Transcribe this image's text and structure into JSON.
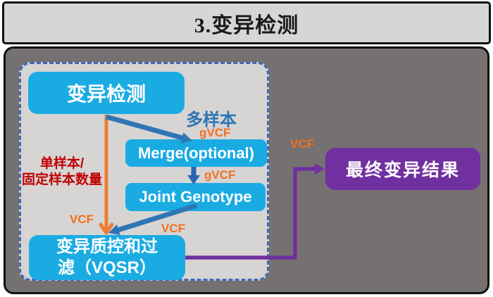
{
  "title": "3.变异检测",
  "colors": {
    "titlebar_bg": "#d6d6d6",
    "panel_dark": "#767171",
    "panel_light": "#d7d4d4",
    "dashed_border": "#3f6ab5",
    "node_blue": "#1babe3",
    "node_purple": "#7030a0",
    "arrow_blue": "#2e75b6",
    "arrow_dark_blue": "#2666b0",
    "arrow_orange": "#ed7d31",
    "arrow_purple": "#7030a0",
    "label_blue": "#2e75b6",
    "label_orange": "#f2701d",
    "label_red": "#c00000"
  },
  "pipeline": {
    "nodes": {
      "variant_calling": "变异检测",
      "merge": "Merge(optional)",
      "joint_genotype": "Joint Genotype",
      "vqsr_line1": "变异质控和过",
      "vqsr_line2": "滤（VQSR）",
      "final_result": "最终变异结果"
    },
    "labels": {
      "multi_sample": "多样本",
      "gvcf_to_merge": "gVCF",
      "gvcf_to_joint": "gVCF",
      "single_sample_line1": "单样本/",
      "single_sample_line2": "固定样本数量",
      "vcf_single": "VCF",
      "vcf_joint": "VCF",
      "vcf_final": "VCF"
    }
  }
}
